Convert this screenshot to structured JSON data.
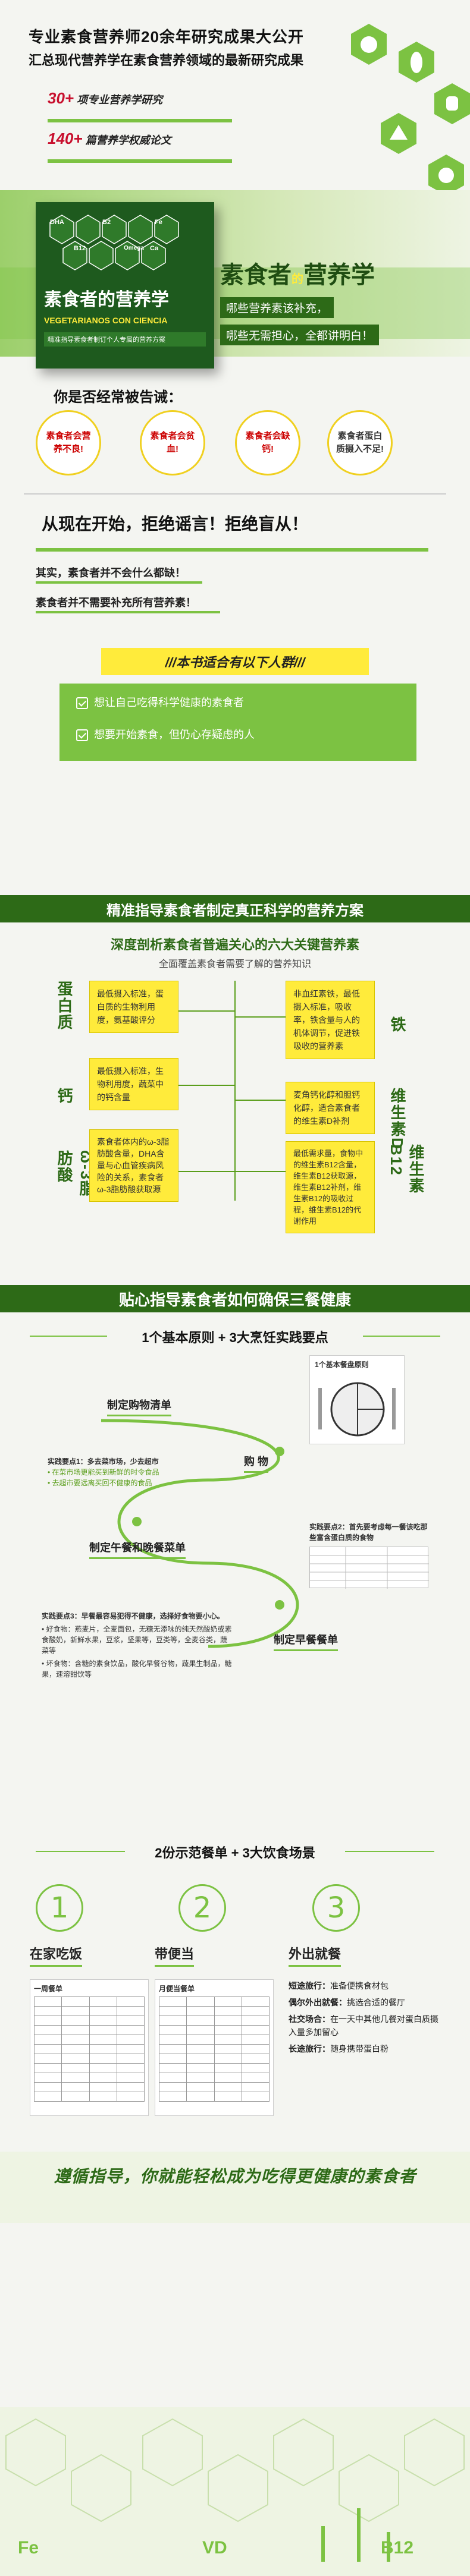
{
  "intro": {
    "line1": "专业素食营养师20余年研究成果大公开",
    "line2": "汇总现代营养学在素食营养领域的最新研究成果",
    "stat1_num": "30+",
    "stat1_text": "项专业营养学研究",
    "stat2_num": "140+",
    "stat2_text": "篇营养学权威论文"
  },
  "book": {
    "cover_title": "素食者的营养学",
    "cover_subtitle": "VEGETARIANOS CON CIENCIA",
    "cover_tagline": "精准指导素食者制订个人专属的营养方案",
    "cover_labels": [
      "DHA",
      "B2",
      "B12",
      "Omega",
      "Fe",
      "Ca"
    ],
    "headline_a": "素食者",
    "headline_b": "的",
    "headline_c": "营养学",
    "sub1": "哪些营养素该补充，",
    "sub2": "哪些无需担心，全都讲明白！"
  },
  "myths": {
    "heading": "你是否经常被告诫：",
    "bubbles": [
      "素食者会营养不良!",
      "素食者会贫血!",
      "素食者会缺钙!",
      "素食者蛋白质摄入不足!"
    ],
    "declare": "从现在开始，拒绝谣言！拒绝盲从！",
    "fact1": "其实，素食者并不会什么都缺！",
    "fact2": "素食者并不需要补充所有营养素！"
  },
  "audience": {
    "title": "///本书适合有以下人群///",
    "items": [
      "想让自己吃得科学健康的素食者",
      "想要开始素食，但仍心存疑虑的人"
    ]
  },
  "plan": {
    "title": "精准指导素食者制定真正科学的营养方案",
    "sub1": "深度剖析素食者普遍关心的六大关键营养素",
    "sub2": "全面覆盖素食者需要了解的营养知识",
    "left_labels": [
      "蛋白质",
      "钙",
      "ω-3脂肪酸"
    ],
    "right_labels": [
      "铁",
      "维生素D",
      "维生素B12"
    ],
    "left_notes": [
      "最低摄入标准，蛋白质的生物利用度，氨基酸评分",
      "最低摄入标准，生物利用度，蔬菜中的钙含量",
      "素食者体内的ω-3脂肪酸含量，DHA含量与心血管疾病风险的关系，素食者ω-3脂肪酸获取源"
    ],
    "right_notes": [
      "非血红素铁，最低摄入标准，吸收率，铁含量与人的机体调节，促进铁吸收的营养素",
      "麦角钙化醇和胆钙化醇，适合素食者的维生素D补剂",
      "最低需求量，食物中的维生素B12含量，维生素B12获取源，维生素B12补剂，维生素B12的吸收过程，维生素B12的代谢作用"
    ]
  },
  "meals": {
    "title": "贴心指导素食者如何确保三餐健康",
    "subtitle": "1个基本原则 + 3大烹饪实践要点",
    "principle_label": "1个基本餐盘原则",
    "step1": "制定购物清单",
    "step2": "购 物",
    "step3": "制定午餐和晚餐菜单",
    "step4": "制定早餐餐单",
    "point1_title": "实践要点1：多去菜市场，少去超市",
    "point1_lines": [
      "• 在菜市场更能买到新鲜的时令食品",
      "• 去超市要远离买回不健康的食品"
    ],
    "point2_title": "实践要点2：首先要考虑每一餐该吃那些富含蛋白质的食物",
    "point3_title": "实践要点3：早餐最容易犯得不健康，选择好食物要小心。",
    "point3_lines": [
      "• 好食物：燕麦片，全麦面包，无糖无添味的纯天然酸奶或素食酸奶，新鲜水果，豆浆，坚果等，豆类等，全麦谷类，蔬菜等",
      "• 坏食物：含糖的素食饮品，酸化早餐谷物，蔬果生制品，糖果，速溶甜饮等"
    ]
  },
  "scenes": {
    "title": "2份示范餐单 + 3大饮食场景",
    "nums": [
      "1",
      "2",
      "3"
    ],
    "labels": [
      "在家吃饭",
      "带便当",
      "外出就餐"
    ],
    "menu1": "一周餐单",
    "menu2": "月便当餐单",
    "tips": [
      {
        "k": "短途旅行：",
        "v": "准备便携食材包"
      },
      {
        "k": "偶尔外出就餐：",
        "v": "挑选合适的餐厅"
      },
      {
        "k": "社交场合：",
        "v": "在一天中其他几餐对蛋白质摄入量多加留心"
      },
      {
        "k": "长途旅行：",
        "v": "随身携带蛋白粉"
      }
    ]
  },
  "footer": {
    "slogan": "遵循指导，你就能轻松成为吃得更健康的素食者",
    "nutrients": [
      "Fe",
      "VD",
      "B12"
    ]
  }
}
